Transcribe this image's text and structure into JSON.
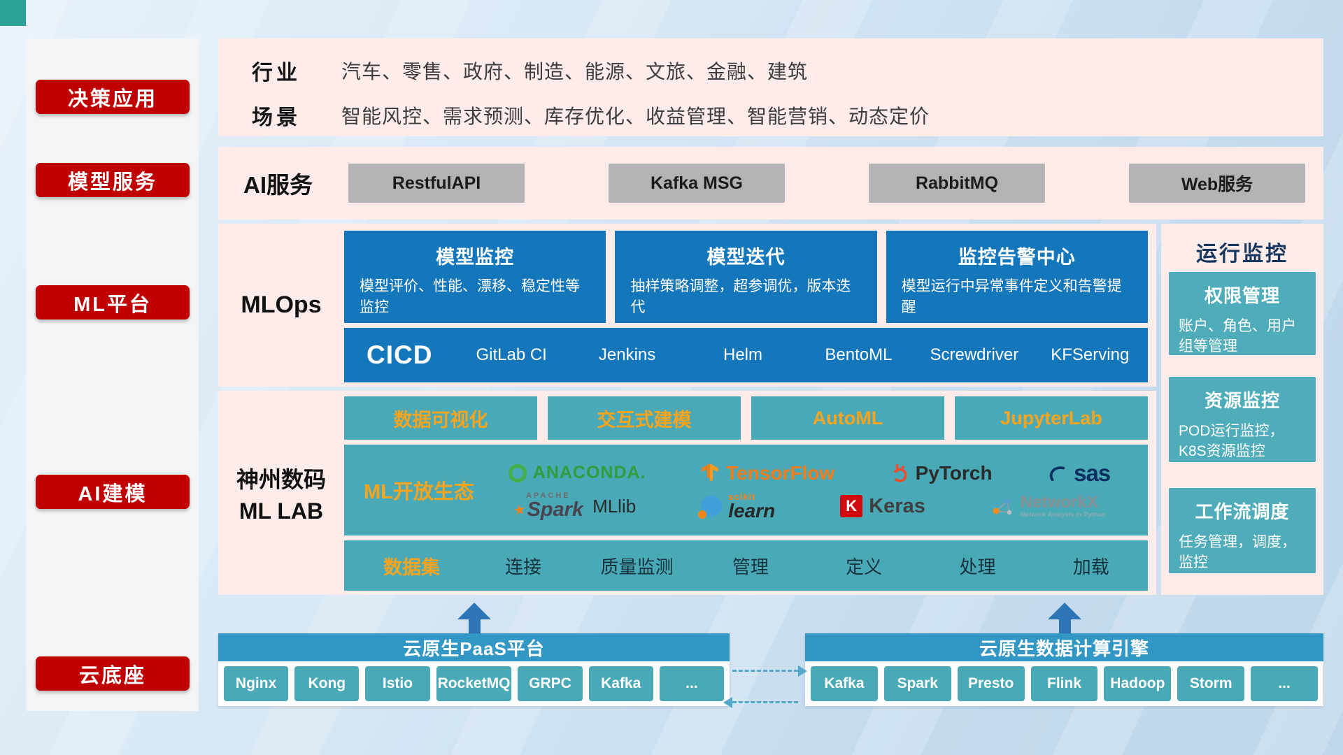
{
  "colors": {
    "accent_red": "#c00000",
    "card_blue": "#1477bc",
    "teal": "#4aa9b7",
    "orange_text": "#f7a41f",
    "panel_pink": "#fdece9",
    "header_blue": "#3397c6",
    "gray_button": "#b3b3b3",
    "arrow_blue": "#2e75b6"
  },
  "sidebar": {
    "items": [
      {
        "label": "决策应用"
      },
      {
        "label": "模型服务"
      },
      {
        "label": "ML平台"
      },
      {
        "label": "AI建模"
      },
      {
        "label": "云底座"
      }
    ]
  },
  "industry_row": {
    "industry_label": "行业",
    "industry_text": "汽车、零售、政府、制造、能源、文旅、金融、建筑",
    "scene_label": "场景",
    "scene_text": "智能风控、需求预测、库存优化、收益管理、智能营销、动态定价"
  },
  "ai_service": {
    "label": "AI服务",
    "services": [
      "RestfulAPI",
      "Kafka MSG",
      "RabbitMQ",
      "Web服务"
    ]
  },
  "mlops": {
    "label": "MLOps",
    "cards": [
      {
        "title": "模型监控",
        "desc": "模型评价、性能、漂移、稳定性等监控"
      },
      {
        "title": "模型迭代",
        "desc": "抽样策略调整，超参调优，版本迭代"
      },
      {
        "title": "监控告警中心",
        "desc": "模型运行中异常事件定义和告警提醒"
      }
    ],
    "cicd_label": "CICD",
    "cicd_tools": [
      "GitLab CI",
      "Jenkins",
      "Helm",
      "BentoML",
      "Screwdriver",
      "KFServing"
    ]
  },
  "mllab": {
    "label_line1": "神州数码",
    "label_line2": "ML LAB",
    "tools": [
      "数据可视化",
      "交互式建模",
      "AutoML",
      "JupyterLab"
    ],
    "ecosystem_label": "ML开放生态",
    "logos": {
      "anaconda": "ANACONDA.",
      "tensorflow": "TensorFlow",
      "pytorch": "PyTorch",
      "sas": "sas",
      "spark_apache": "APACHE",
      "spark": "Spark",
      "spark_star": "★",
      "mllib": "MLlib",
      "sklearn_scikit": "scikit",
      "sklearn": "learn",
      "keras_k": "K",
      "keras": "Keras",
      "networkx": "NetworkX",
      "networkx_sub": "Network Analysis in Python"
    },
    "dataset": {
      "label": "数据集",
      "items": [
        "连接",
        "质量监测",
        "管理",
        "定义",
        "处理",
        "加载"
      ]
    }
  },
  "monitoring": {
    "title": "运行监控",
    "cards": [
      {
        "title": "权限管理",
        "desc": "账户、角色、用户组等管理"
      },
      {
        "title": "资源监控",
        "desc": "POD运行监控，K8S资源监控"
      },
      {
        "title": "工作流调度",
        "desc": "任务管理，调度，监控"
      }
    ]
  },
  "cloud": {
    "paas_title": "云原生PaaS平台",
    "paas_items": [
      "Nginx",
      "Kong",
      "Istio",
      "RocketMQ",
      "GRPC",
      "Kafka",
      "..."
    ],
    "engine_title": "云原生数据计算引擎",
    "engine_items": [
      "Kafka",
      "Spark",
      "Presto",
      "Flink",
      "Hadoop",
      "Storm",
      "..."
    ]
  }
}
